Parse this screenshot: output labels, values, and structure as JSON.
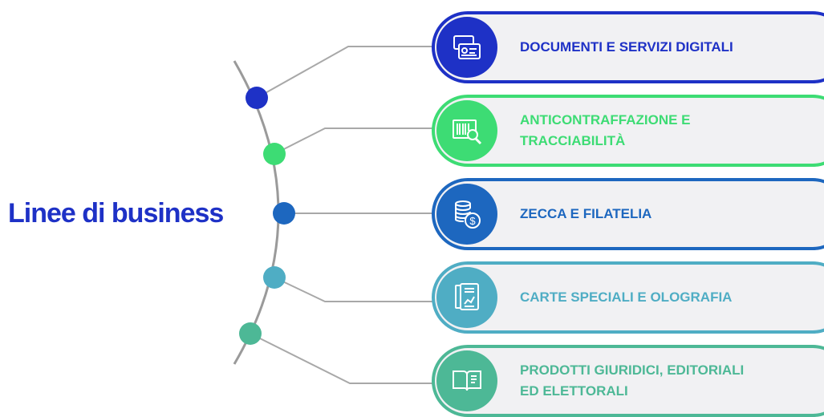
{
  "title": "Linee di business",
  "colors": {
    "title": "#1e31c6",
    "arc": "#9a9a9a",
    "pill_bg": "#f1f1f3"
  },
  "items": [
    {
      "label": "DOCUMENTI E SERVIZI DIGITALI",
      "color": "#1e31c6",
      "icon": "id-cards-icon"
    },
    {
      "label": "ANTICONTRAFFAZIONE E TRACCIABILITÀ",
      "color": "#3ddc74",
      "icon": "barcode-search-icon"
    },
    {
      "label": "ZECCA E FILATELIA",
      "color": "#1d67bf",
      "icon": "coins-icon"
    },
    {
      "label": "CARTE SPECIALI E OLOGRAFIA",
      "color": "#4fadc4",
      "icon": "document-chart-icon"
    },
    {
      "label": "PRODOTTI GIURIDICI, EDITORIALI ED ELETTORALI",
      "color": "#4db896",
      "icon": "open-book-icon"
    }
  ]
}
